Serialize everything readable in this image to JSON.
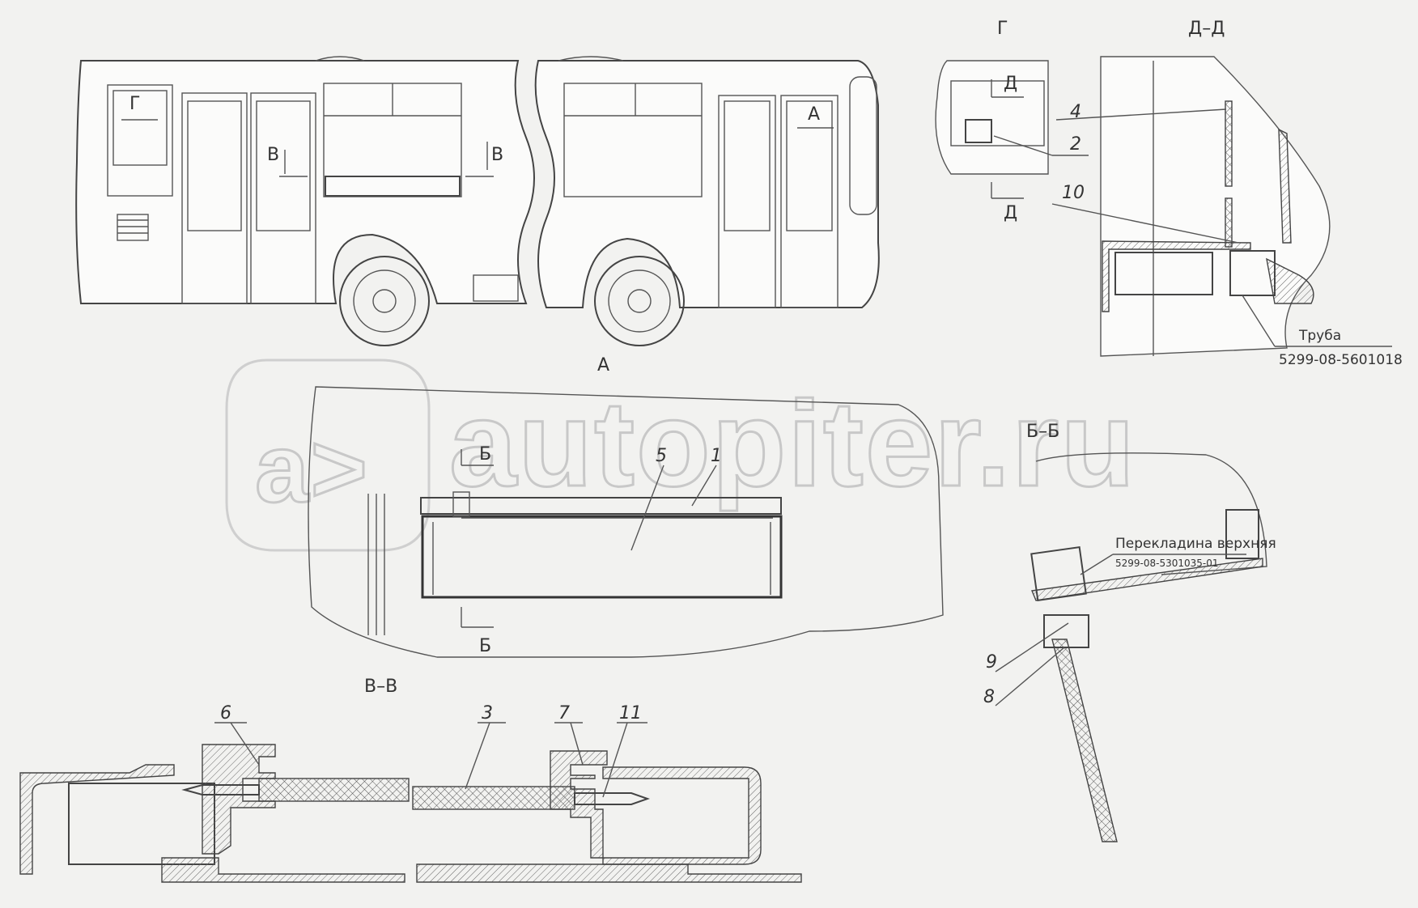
{
  "watermark": {
    "text": "autopiter.ru",
    "logo": "a>"
  },
  "views": {
    "side": {
      "label": "А"
    },
    "window": {
      "label": "Б–Б",
      "upper_crossbar": "Перекладина верхняя",
      "crossbar_code": "5299-08-5301035-01"
    },
    "G": {
      "label": "Г"
    },
    "DD": {
      "label": "Д–Д",
      "pipe_label": "Труба",
      "pipe_code": "5299-08-5601018"
    },
    "VV": {
      "label": "В–В"
    }
  },
  "markers": {
    "G": "Г",
    "A": "А",
    "V": "В",
    "B": "Б",
    "D": "Д"
  },
  "callouts": {
    "c1": "1",
    "c2": "2",
    "c3": "3",
    "c4": "4",
    "c5": "5",
    "c6": "6",
    "c7": "7",
    "c8": "8",
    "c9": "9",
    "c10": "10",
    "c11": "11"
  },
  "colors": {
    "line": "#444444",
    "background": "#f2f2f0",
    "watermark": "#c8c8c8"
  }
}
